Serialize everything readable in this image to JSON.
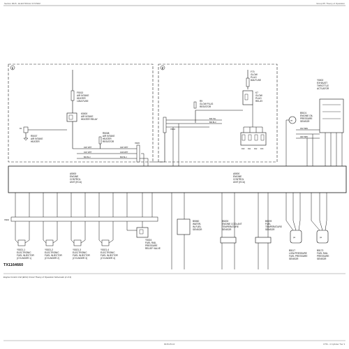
{
  "header": {
    "left": "Section 9015 - ELECTRICAL SYSTEM",
    "right": "Group 05: Theory of Operation"
  },
  "sections": {
    "one": "1",
    "two": "2"
  },
  "components": {
    "f5013": [
      "F5013",
      "AIR INTAKE",
      "HEATER",
      "125A FUSE"
    ],
    "k5000": [
      "K5000",
      "AIR INTAKE",
      "HEATER RELAY"
    ],
    "r5007": [
      "R5007",
      "AIR INTAKE",
      "HEATER"
    ],
    "r5008": [
      "R5008",
      "AIR INTAKE",
      "HEATER",
      "RESISTOR"
    ],
    "f70": [
      "F70",
      "GLOW",
      "PLUG",
      "80A FUSE"
    ],
    "k7": [
      "K7",
      "GLOW",
      "PLUG",
      "RELAY"
    ],
    "r9": [
      "R9",
      "GLOW PLUG",
      "RESISTOR"
    ],
    "x5004": "X5004",
    "x5005": "X5005",
    "x5000": "X5000",
    "glow_plugs": [
      "R10",
      "R11",
      "R12",
      "R13"
    ],
    "y5002": [
      "Y5002",
      "EXHAUST",
      "THROTTLE",
      "ACTUATOR"
    ],
    "b5101": [
      "B5101",
      "ENGINE OIL",
      "PRESSURE",
      "SENSOR"
    ],
    "ecu_left": [
      "A5000",
      "ENGINE",
      "CONTROL",
      "UNIT (ECU)"
    ],
    "ecu_right": [
      "A5000",
      "ENGINE",
      "CONTROL",
      "UNIT (ECU)"
    ],
    "injectors": [
      [
        "Y5021-1",
        "ELECTRONIC",
        "FUEL INJECTOR",
        "(CYLINDER 1)"
      ],
      [
        "Y5021-2",
        "ELECTRONIC",
        "FUEL INJECTOR",
        "(CYLINDER 2)"
      ],
      [
        "Y5021-3",
        "ELECTRONIC",
        "FUEL INJECTOR",
        "(CYLINDER 3)"
      ],
      [
        "Y5021-4",
        "ELECTRONIC",
        "FUEL INJECTOR",
        "(CYLINDER 4)"
      ]
    ],
    "y5024": [
      "Y5024",
      "FUEL RAIL",
      "PRESSURE",
      "RELIEF VALVE"
    ],
    "b5060": [
      "B5060",
      "WATER-",
      "IN-FUEL",
      "SENSOR"
    ],
    "b5200": [
      "B5200",
      "ENGINE COOLANT",
      "TEMPERATURE",
      "SENSOR"
    ],
    "b5209": [
      "B5209",
      "FUEL",
      "TEMPERATURE",
      "SENSOR"
    ],
    "b5117": [
      "B5117",
      "LOW-PRESSURE",
      "FUEL PRESSURE",
      "SENSOR"
    ],
    "b5173": [
      "B5173",
      "FUEL RAIL",
      "PRESSURE",
      "SENSOR"
    ]
  },
  "wires": {
    "w1": "R2",
    "w2": "0447 WHT",
    "w3": "0417 WHT",
    "w4": "0418 WHT",
    "w5": "B20 YEL",
    "w6": "B00 BLU",
    "w7": "010 BLK",
    "w8": "0517 BRN",
    "w9": "0007 BRN"
  },
  "figure_id": "TX1164660",
  "caption": "Engine Control Unit (ECU) Circuit Theory of Operation Schematic (2 of 4)",
  "footer": {
    "left": "",
    "center": "9015-05-10",
    "right": "CTM - 4 Cylinder Tier 3"
  }
}
